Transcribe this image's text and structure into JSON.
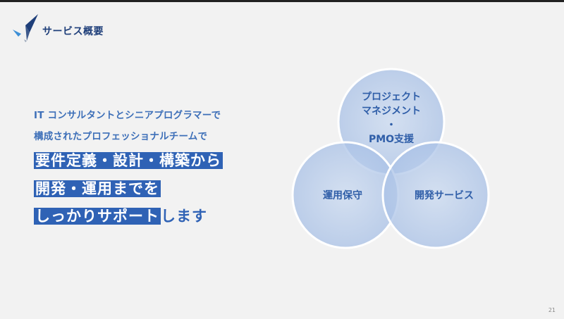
{
  "header": {
    "title": "サービス概要"
  },
  "intro": {
    "line1": "IT コンサルタントとシニアプログラマーで",
    "line2": "構成されたプロフェッショナルチームで"
  },
  "headline": {
    "line1": "要件定義・設計・構築から",
    "line2": "開発・運用までを",
    "line3_highlight": "しっかりサポート",
    "line3_tail": "します"
  },
  "venn": {
    "top_line1": "プロジェクト",
    "top_line2": "マネジメント",
    "top_line3": "・",
    "top_line4": "PMO支援",
    "left": "運用保守",
    "right": "開発サービス"
  },
  "colors": {
    "brand_dark": "#1f3f7a",
    "accent": "#2f62b5",
    "circle_fill": "#bcd0ec",
    "circle_stroke": "#ffffff",
    "background": "#f2f2f2"
  },
  "footer": {
    "page_number": "21"
  }
}
